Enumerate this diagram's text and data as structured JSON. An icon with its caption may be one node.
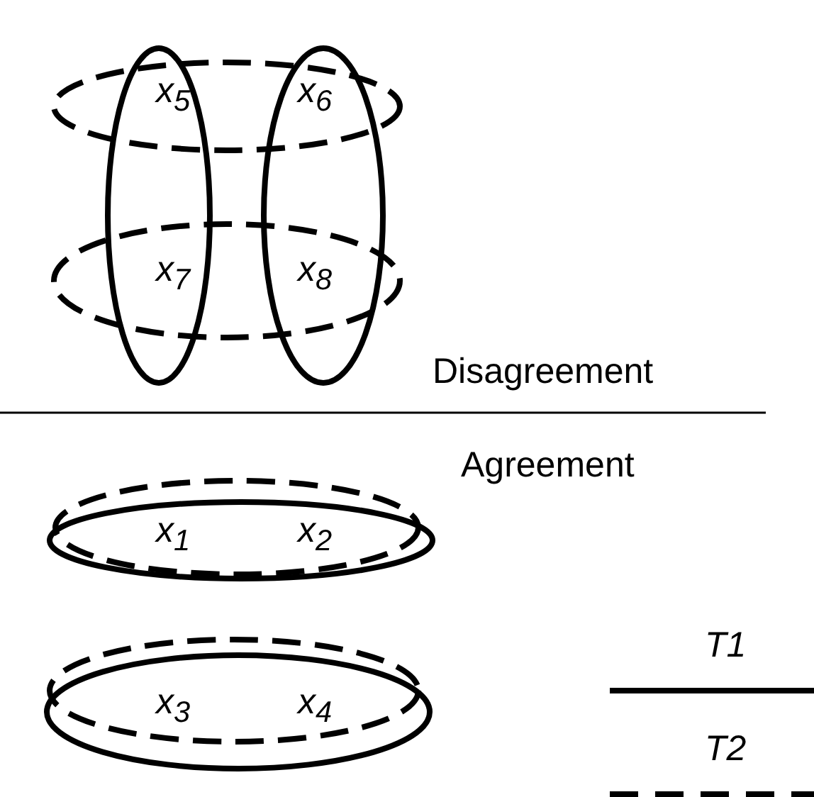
{
  "diagram": {
    "labels": [
      "x$_{5}$",
      "x$_{6}$",
      "x$_{7}$",
      "x$_{8}$",
      "Disagreement",
      "Agreement",
      "x$_{1}$",
      "x$_{2}$",
      "x$_{3}$",
      "x$_{4}$"
    ],
    "legend": [
      {
        "text": "T1"
      },
      {
        "text": "T2"
      }
    ]
  }
}
